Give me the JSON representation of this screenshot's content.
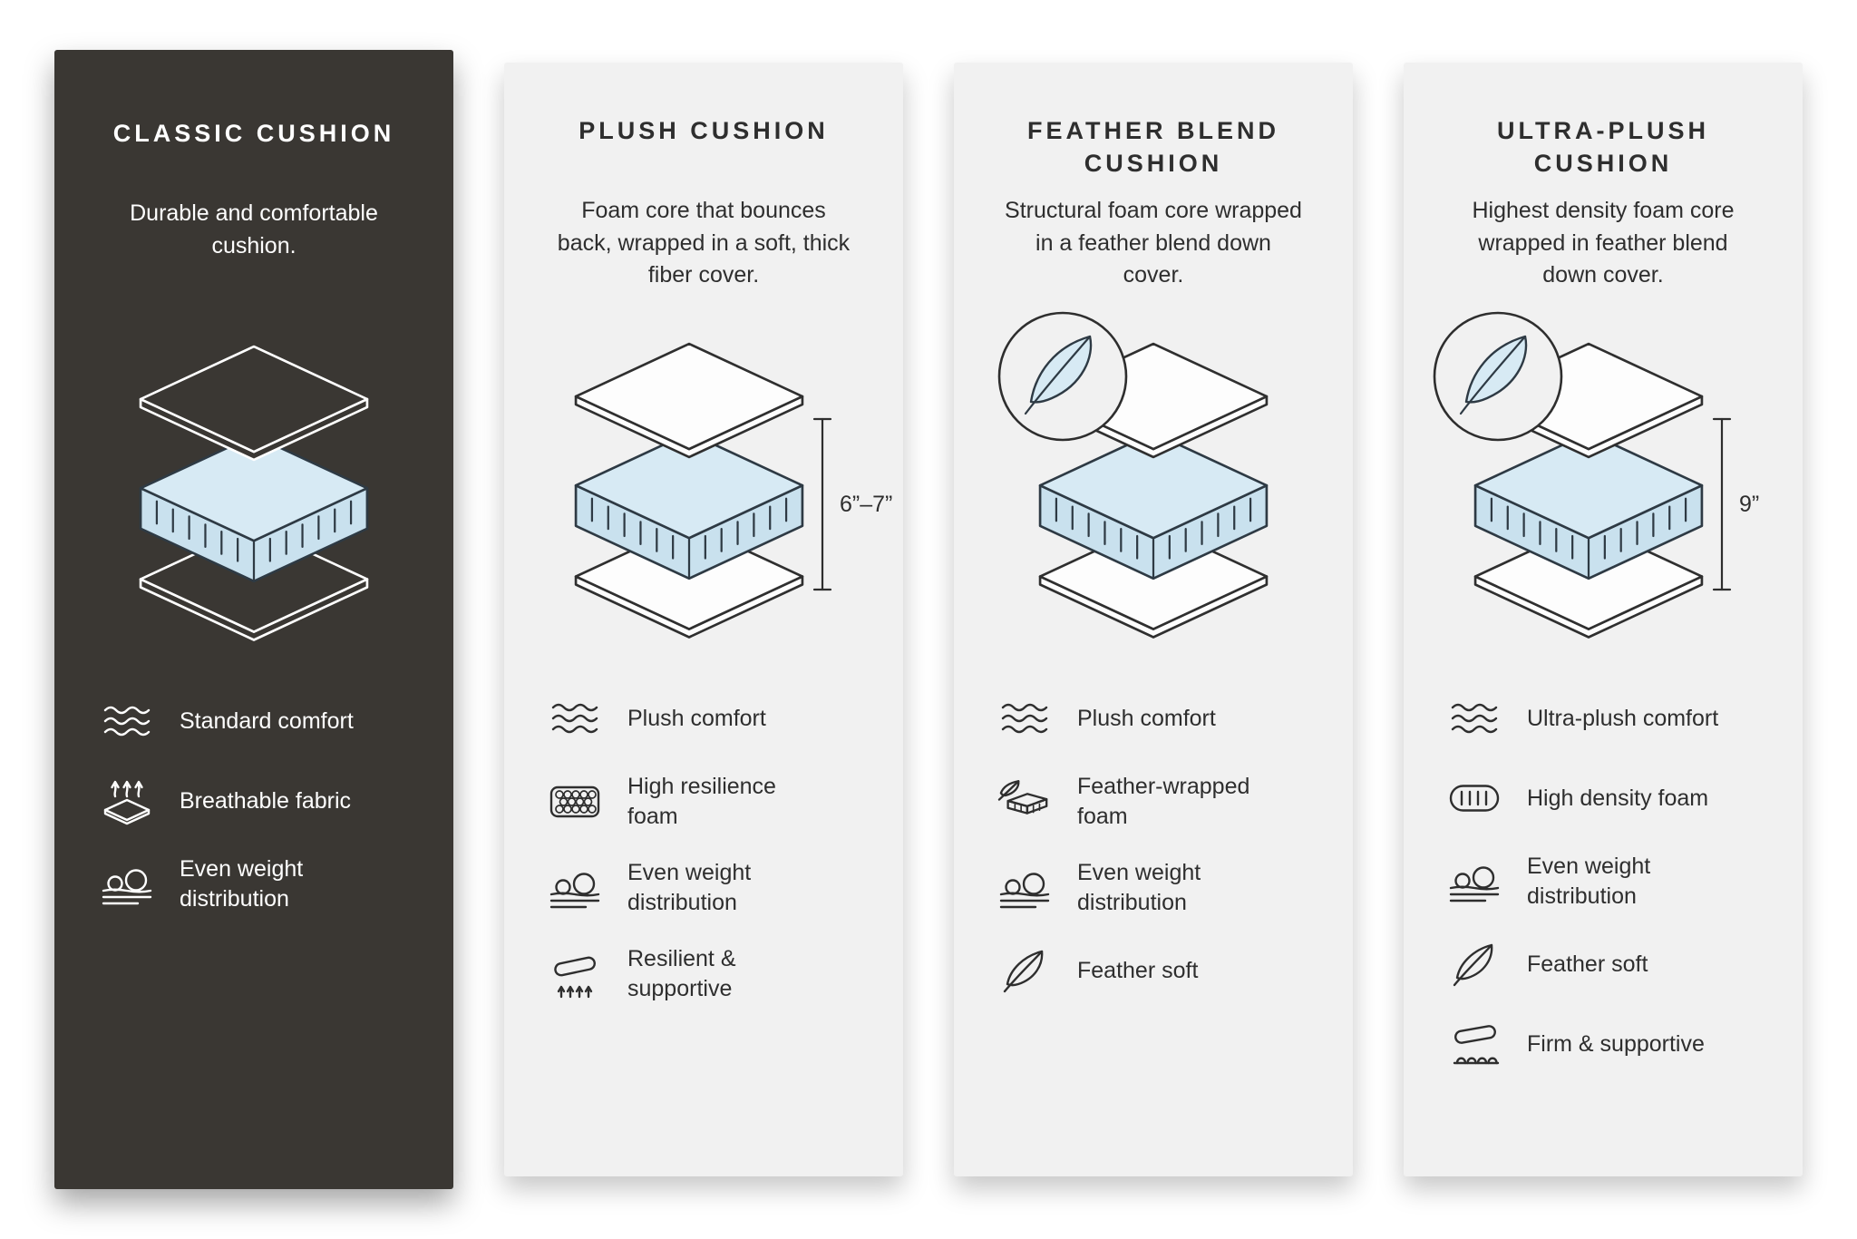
{
  "theme": {
    "page_bg": "#ffffff",
    "dark_panel_bg": "#3a3733",
    "light_panel_bg": "#f1f1f1",
    "text_dark": "#2e2e2e",
    "text_light": "#ffffff",
    "foam_side": "#c9e1ee",
    "foam_top": "#d7eaf4",
    "foam_outline": "#2e3a44"
  },
  "panels": [
    {
      "id": "classic",
      "theme": "dark",
      "title": "CLASSIC CUSHION",
      "description": "Durable and comfortable cushion.",
      "feather_badge": false,
      "measurement": "",
      "features": [
        {
          "icon": "waves",
          "label": "Standard comfort"
        },
        {
          "icon": "breathable",
          "label": "Breathable fabric"
        },
        {
          "icon": "weight",
          "label": "Even weight distribution"
        }
      ]
    },
    {
      "id": "plush",
      "theme": "light",
      "title": "PLUSH CUSHION",
      "description": "Foam core that bounces back, wrapped in a soft, thick fiber cover.",
      "feather_badge": false,
      "measurement": "6”–7”",
      "features": [
        {
          "icon": "waves",
          "label": "Plush comfort"
        },
        {
          "icon": "foam-cells",
          "label": "High resilience foam"
        },
        {
          "icon": "weight",
          "label": "Even weight distribution"
        },
        {
          "icon": "resilient",
          "label": "Resilient & supportive"
        }
      ]
    },
    {
      "id": "feather-blend",
      "theme": "light",
      "title": "FEATHER BLEND CUSHION",
      "description": "Structural foam core wrapped in a feather blend down cover.",
      "feather_badge": true,
      "measurement": "",
      "features": [
        {
          "icon": "waves",
          "label": "Plush comfort"
        },
        {
          "icon": "feather-foam",
          "label": "Feather-wrapped foam"
        },
        {
          "icon": "weight",
          "label": "Even weight distribution"
        },
        {
          "icon": "feather",
          "label": "Feather soft"
        }
      ]
    },
    {
      "id": "ultra-plush",
      "theme": "light",
      "title": "ULTRA-PLUSH CUSHION",
      "description": "Highest density foam core wrapped in feather blend down cover.",
      "feather_badge": true,
      "measurement": "9”",
      "features": [
        {
          "icon": "waves",
          "label": "Ultra-plush comfort"
        },
        {
          "icon": "density-foam",
          "label": "High density foam"
        },
        {
          "icon": "weight",
          "label": "Even weight distribution"
        },
        {
          "icon": "feather",
          "label": "Feather soft"
        },
        {
          "icon": "firm",
          "label": "Firm & supportive"
        }
      ]
    }
  ]
}
